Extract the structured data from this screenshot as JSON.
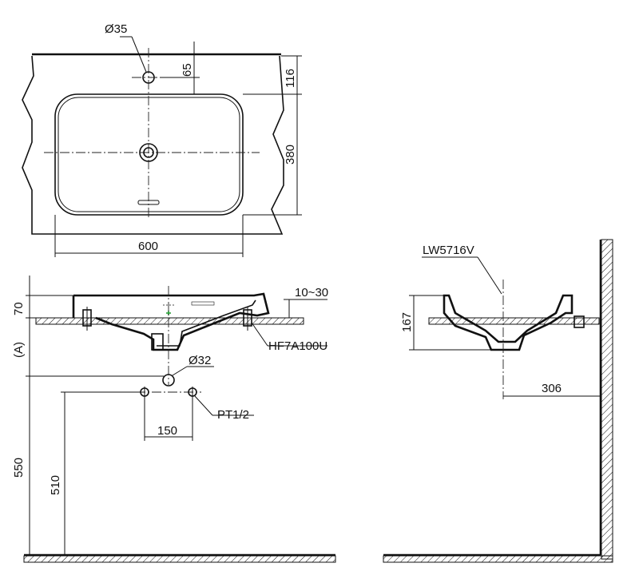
{
  "top_view": {
    "hole_diameter": "Ø35",
    "offset_top": "65",
    "depth_front": "116",
    "depth_basin": "380",
    "width": "600"
  },
  "side_view": {
    "height_above_counter": "70",
    "clearance_label": "(A)",
    "counter_thickness": "10~30",
    "drain_model": "HF7A100U",
    "drain_diameter": "Ø32",
    "supply_thread": "PT1/2",
    "supply_spacing": "150",
    "height_floor": "550",
    "height_supply": "510"
  },
  "section_view": {
    "model": "LW5716V",
    "bowl_height": "167",
    "wall_distance": "306"
  }
}
